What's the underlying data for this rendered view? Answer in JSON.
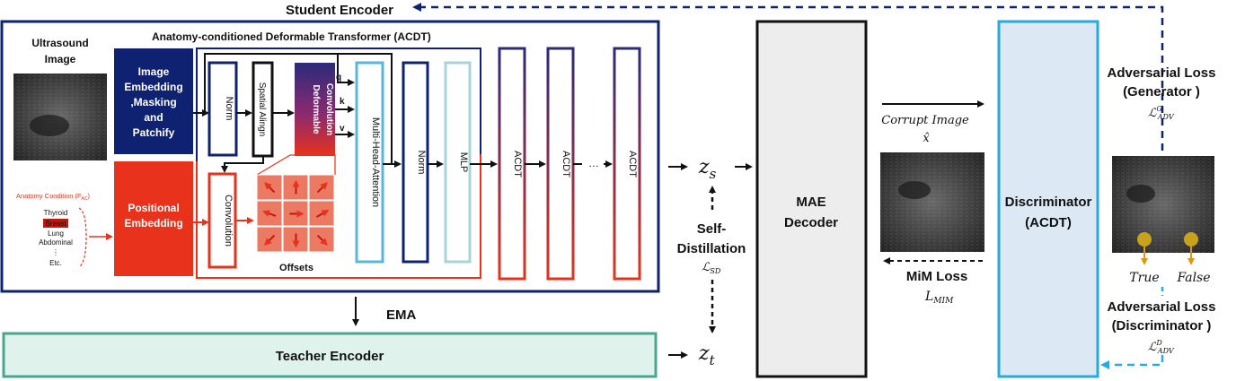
{
  "colors": {
    "navy": "#0f2272",
    "red": "#e8321c",
    "light_red": "#ec7a63",
    "light_blue": "#57b7de",
    "teal": "#4aa78f",
    "teacher_fill": "#dff2ec",
    "disc_border": "#27a9e1",
    "disc_fill": "#dce8f4",
    "decoder_fill": "#ededed",
    "marker": "#c9a21c"
  },
  "labels": {
    "student_encoder": "Student Encoder",
    "acdt_title": "Anatomy-conditioned Deformable Transformer (ACDT)",
    "ultrasound_image": [
      "Ultrasound",
      "Image"
    ],
    "anatomy_condition": "Anatomy Condition (F",
    "anatomy_condition_sub": "AC",
    "anatomy_condition_close": ")",
    "anatomy_list": [
      "Thyroid",
      "Breast",
      "Lung",
      "Abdominal",
      "⋮",
      "Etc."
    ],
    "image_embedding": [
      "Image",
      "Embedding",
      ",Masking",
      "and",
      "Patchify"
    ],
    "positional_embedding": [
      "Positional",
      "Embedding"
    ],
    "norm": "Norm",
    "spatial_align": "Spatial Alingn",
    "deformable_conv": [
      "Deformable",
      "Convolution"
    ],
    "convolution": "Convolution",
    "offsets": "Offsets",
    "q": "q",
    "k": "k",
    "v": "v",
    "mha": "Multi-Head-Attention",
    "norm2": "Norm",
    "mlp": "MLP",
    "acdt_block": "ACDT",
    "ellipsis": "…",
    "ema": "EMA",
    "teacher_encoder": "Teacher Encoder",
    "zs": "z",
    "zs_sub": "s",
    "zt": "z",
    "zt_sub": "t",
    "self_distillation": [
      "Self-",
      "Distillation"
    ],
    "lsd": "ℒ",
    "lsd_sub": "SD",
    "mae_decoder": [
      "MAE",
      "Decoder"
    ],
    "corrupt_image": "Corrupt Image",
    "x_hat": "x̂",
    "mim_loss": "MiM Loss",
    "lmim": "L",
    "lmim_sub": "MIM",
    "discriminator": [
      "Discriminator",
      "(ACDT)"
    ],
    "adv_gen": [
      "Adversarial Loss",
      "(Generator )"
    ],
    "l_adv_g": "ℒ",
    "l_adv_g_sup": "G",
    "l_adv_g_sub": "ADV",
    "adv_disc": [
      "Adversarial Loss",
      "(Discriminator )"
    ],
    "l_adv_d": "ℒ",
    "l_adv_d_sup": "D",
    "l_adv_d_sub": "ADV",
    "true": "True",
    "false": "False"
  },
  "icons": [
    "ultrasound-image",
    "offset-arrows-grid",
    "corrupt-image",
    "generated-image"
  ]
}
